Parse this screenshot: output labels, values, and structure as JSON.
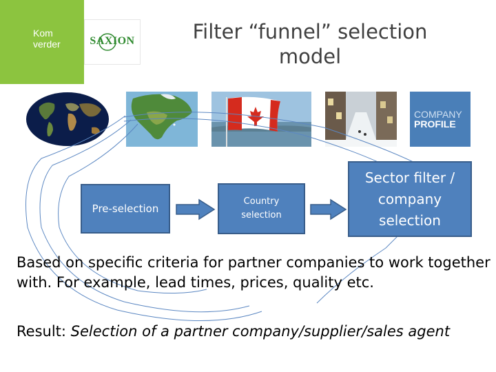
{
  "header": {
    "kom_line1": "Kom",
    "kom_line2": "verder",
    "logo_text": "SAXION",
    "title": "Filter “funnel” selection model",
    "green": "#8cc43f"
  },
  "images": {
    "company_profile_line1": "COMPANY",
    "company_profile_line2": "PROFILE"
  },
  "flow": {
    "box1": "Pre-selection",
    "box2_line1": "Country",
    "box2_line2": "selection",
    "box3": "Sector filter / company selection",
    "box_color": "#4f81bd"
  },
  "body": {
    "paragraph": "Based on specific criteria for partner companies to work together with. For example, lead times, prices, quality etc.",
    "result_label": "Result:",
    "result_text": "Selection of a partner company/supplier/sales agent"
  }
}
